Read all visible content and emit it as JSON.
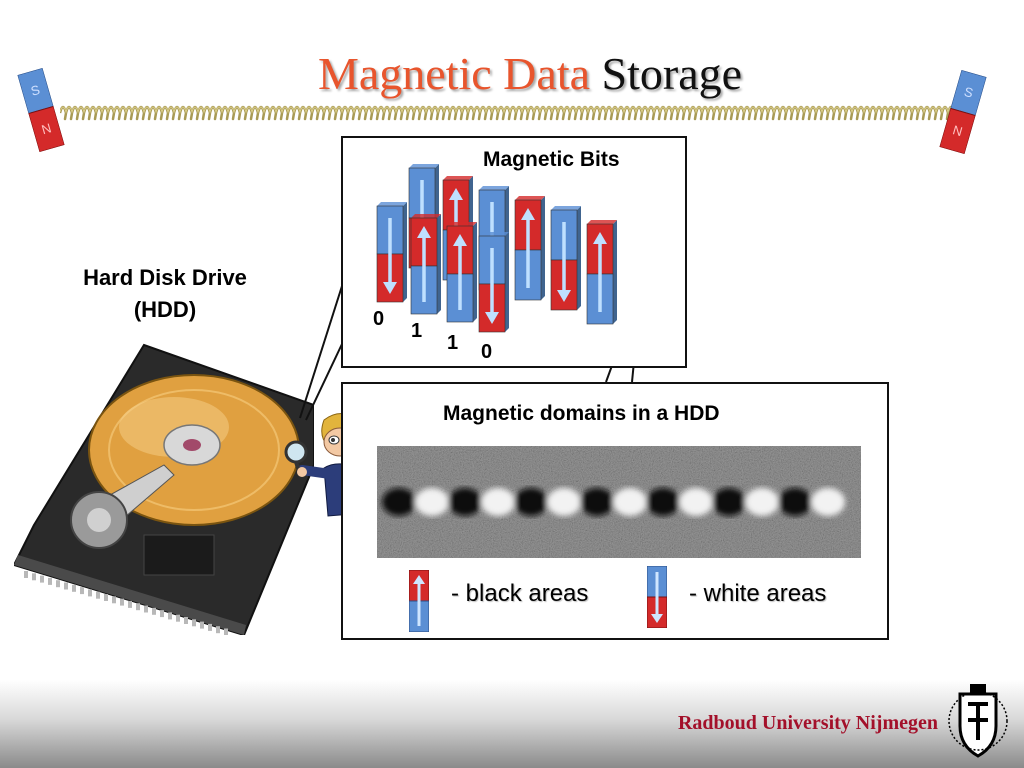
{
  "slide": {
    "title_part1": "Magnetic Data",
    "title_part2": "Storage",
    "hdd_label_line1": "Hard Disk Drive",
    "hdd_label_line2": "(HDD)",
    "bits_panel": {
      "title": "Magnetic Bits",
      "bit_values": [
        "0",
        "1",
        "1",
        "0"
      ]
    },
    "domains_panel": {
      "title": "Magnetic domains in a HDD",
      "legend_black": "- black areas",
      "legend_white": "- white areas"
    },
    "footer": {
      "institution": "Radboud University Nijmegen"
    },
    "magnet_labels": {
      "north": "N",
      "south": "S"
    },
    "colors": {
      "title_accent": "#e8552d",
      "footer_text": "#a3102a",
      "magnet_red": "#d42a2a",
      "magnet_blue": "#5b8fd4",
      "platter_gold": "#e0a040"
    },
    "icons": [
      "magnet-icon",
      "spring-icon",
      "hard-disk-image",
      "boy-with-magnifier-image",
      "magnetic-bar-icon",
      "university-crest-icon"
    ]
  }
}
